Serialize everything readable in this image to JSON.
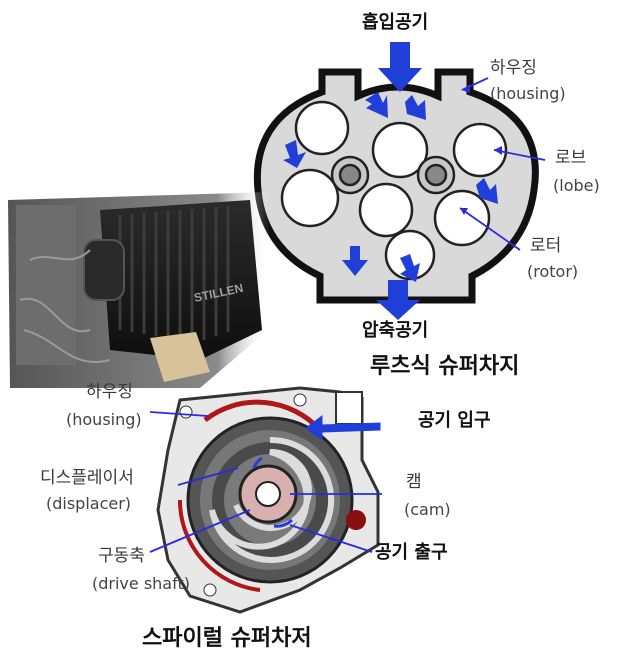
{
  "roots": {
    "intake": "흡입공기",
    "housing": "하우징",
    "housing_en": "(housing)",
    "lobe": "로브",
    "lobe_en": "(lobe)",
    "rotor": "로터",
    "rotor_en": "(rotor)",
    "compressed": "압축공기",
    "title": "루츠식 슈퍼차지"
  },
  "spiral": {
    "housing": "하우징",
    "housing_en": "(housing)",
    "inlet": "공기 입구",
    "displacer": "디스플레이서",
    "displacer_en": "(displacer)",
    "cam": "캠",
    "cam_en": "(cam)",
    "outlet": "공기 출구",
    "drive_shaft": "구동축",
    "drive_shaft_en": "(drive shaft)",
    "title": "스파이럴 슈퍼차저"
  },
  "photo": {
    "engraving": "STILLEN"
  },
  "colors": {
    "arrow_blue": "#1f3fd8",
    "pointer_blue": "#2a2ae0",
    "accent_red": "#b01818"
  }
}
